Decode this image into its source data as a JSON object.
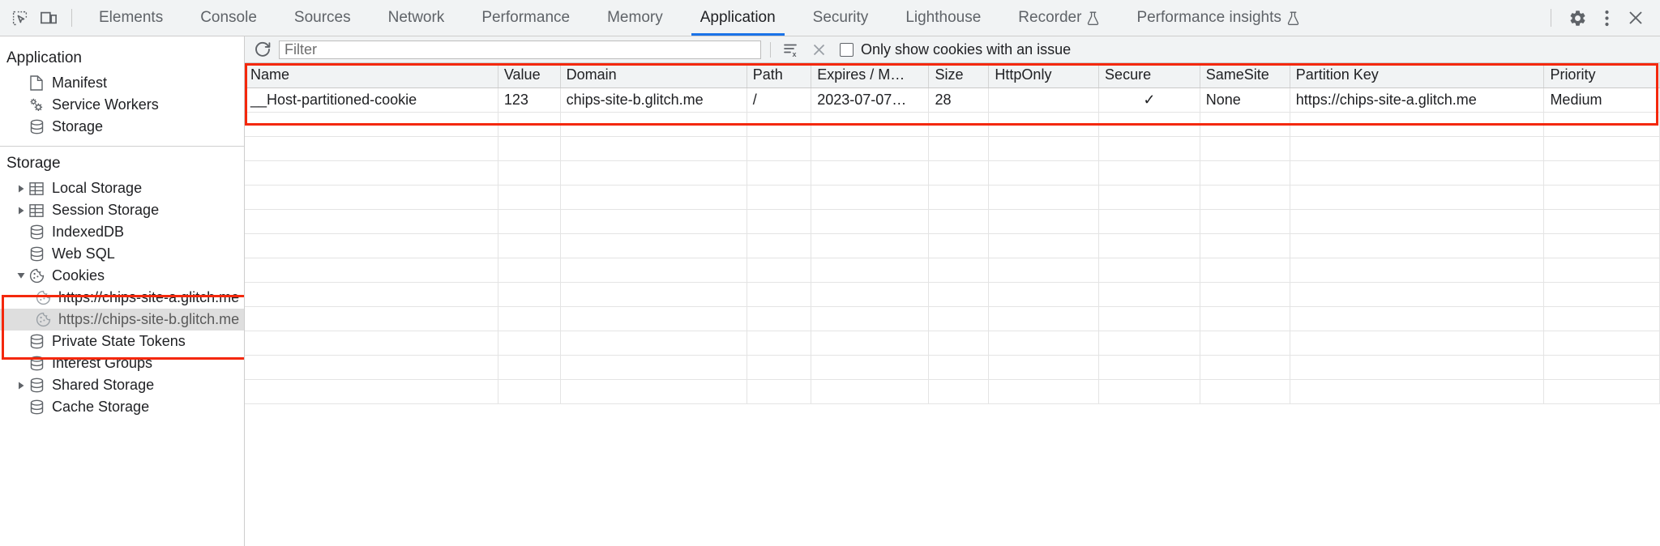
{
  "toolbar": {
    "inspect_icon": "inspect-element-icon",
    "device_icon": "device-toolbar-icon",
    "settings_icon": "gear-icon",
    "more_icon": "kebab-menu-icon",
    "close_icon": "close-icon",
    "tabs": [
      {
        "label": "Elements",
        "selected": false,
        "experimental": false
      },
      {
        "label": "Console",
        "selected": false,
        "experimental": false
      },
      {
        "label": "Sources",
        "selected": false,
        "experimental": false
      },
      {
        "label": "Network",
        "selected": false,
        "experimental": false
      },
      {
        "label": "Performance",
        "selected": false,
        "experimental": false
      },
      {
        "label": "Memory",
        "selected": false,
        "experimental": false
      },
      {
        "label": "Application",
        "selected": true,
        "experimental": false
      },
      {
        "label": "Security",
        "selected": false,
        "experimental": false
      },
      {
        "label": "Lighthouse",
        "selected": false,
        "experimental": false
      },
      {
        "label": "Recorder",
        "selected": false,
        "experimental": true
      },
      {
        "label": "Performance insights",
        "selected": false,
        "experimental": true
      }
    ],
    "accent_color": "#1a73e8"
  },
  "sidebar": {
    "application_header": "Application",
    "application_items": [
      {
        "label": "Manifest",
        "icon": "document-icon",
        "twisty": false,
        "selected": false
      },
      {
        "label": "Service Workers",
        "icon": "gears-icon",
        "twisty": false,
        "selected": false
      },
      {
        "label": "Storage",
        "icon": "database-icon",
        "twisty": false,
        "selected": false
      }
    ],
    "storage_header": "Storage",
    "storage_items": [
      {
        "label": "Local Storage",
        "icon": "table-icon",
        "twisty": true,
        "expanded": false,
        "selected": false
      },
      {
        "label": "Session Storage",
        "icon": "table-icon",
        "twisty": true,
        "expanded": false,
        "selected": false
      },
      {
        "label": "IndexedDB",
        "icon": "database-icon",
        "twisty": false,
        "expanded": false,
        "selected": false
      },
      {
        "label": "Web SQL",
        "icon": "database-icon",
        "twisty": false,
        "expanded": false,
        "selected": false
      },
      {
        "label": "Cookies",
        "icon": "cookie-icon",
        "twisty": true,
        "expanded": true,
        "selected": false
      },
      {
        "label": "https://chips-site-a.glitch.me",
        "icon": "cookie-icon",
        "twisty": false,
        "child": true,
        "selected": false
      },
      {
        "label": "https://chips-site-b.glitch.me",
        "icon": "cookie-icon",
        "twisty": false,
        "child": true,
        "selected": true
      },
      {
        "label": "Private State Tokens",
        "icon": "database-icon",
        "twisty": false,
        "expanded": false,
        "selected": false
      },
      {
        "label": "Interest Groups",
        "icon": "database-icon",
        "twisty": false,
        "expanded": false,
        "selected": false
      },
      {
        "label": "Shared Storage",
        "icon": "database-icon",
        "twisty": true,
        "expanded": false,
        "selected": false
      },
      {
        "label": "Cache Storage",
        "icon": "database-icon",
        "twisty": false,
        "expanded": false,
        "selected": false
      }
    ]
  },
  "filterbar": {
    "refresh_icon": "refresh-icon",
    "filter_placeholder": "Filter",
    "filter_value": "",
    "clear_filter_icon": "clear-filter-icon",
    "delete_icon": "close-icon",
    "issue_checkbox_label": "Only show cookies with an issue",
    "issue_checkbox_checked": false
  },
  "cookies_table": {
    "columns": [
      "Name",
      "Value",
      "Domain",
      "Path",
      "Expires / M…",
      "Size",
      "HttpOnly",
      "Secure",
      "SameSite",
      "Partition Key",
      "Priority"
    ],
    "rows": [
      {
        "Name": "__Host-partitioned-cookie",
        "Value": "123",
        "Domain": "chips-site-b.glitch.me",
        "Path": "/",
        "Expires / M…": "2023-07-07…",
        "Size": "28",
        "HttpOnly": "",
        "Secure": "✓",
        "SameSite": "None",
        "Partition Key": "https://chips-site-a.glitch.me",
        "Priority": "Medium"
      }
    ]
  },
  "annotations": {
    "highlight_color": "#f4280c",
    "boxes": [
      {
        "name": "cookies-tree-highlight"
      },
      {
        "name": "cookies-table-highlight"
      }
    ]
  }
}
